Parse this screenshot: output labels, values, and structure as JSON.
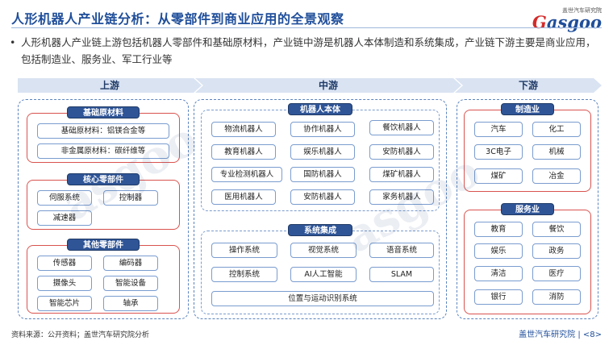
{
  "title": "人形机器人产业链分析：从零部件到商业应用的全景观察",
  "logo": {
    "sub": "盖世汽车研究院",
    "main_g": "G",
    "main_rest": "asgoo"
  },
  "intro": "人形机器人产业链上游包括机器人零部件和基础原材料，产业链中游是机器人本体制造和系统集成，产业链下游主要是商业应用，包括制造业、服务业、军工行业等",
  "stages": {
    "upstream": "上游",
    "midstream": "中游",
    "downstream": "下游"
  },
  "upstream": {
    "raw": {
      "title": "基础原材料",
      "items": [
        "基础原材料：铝镁合金等",
        "非金属原材料：碳纤维等"
      ]
    },
    "core": {
      "title": "核心零部件",
      "items": [
        "伺服系统",
        "控制器",
        "减速器"
      ]
    },
    "other": {
      "title": "其他零部件",
      "items": [
        "传感器",
        "编码器",
        "摄像头",
        "智能设备",
        "智能芯片",
        "轴承"
      ]
    }
  },
  "midstream": {
    "body": {
      "title": "机器人本体",
      "items": [
        "物流机器人",
        "协作机器人",
        "餐饮机器人",
        "教育机器人",
        "娱乐机器人",
        "安防机器人",
        "专业检测机器人",
        "国防机器人",
        "煤矿机器人",
        "医用机器人",
        "安防机器人",
        "家务机器人"
      ]
    },
    "integration": {
      "title": "系统集成",
      "items": [
        "操作系统",
        "视觉系统",
        "语音系统",
        "控制系统",
        "AI人工智能",
        "SLAM",
        "位置与运动识别系统"
      ]
    }
  },
  "downstream": {
    "manufacturing": {
      "title": "制造业",
      "items": [
        "汽车",
        "化工",
        "3C电子",
        "机械",
        "煤矿",
        "冶金"
      ]
    },
    "service": {
      "title": "服务业",
      "items": [
        "教育",
        "餐饮",
        "娱乐",
        "政务",
        "清洁",
        "医疗",
        "银行",
        "消防"
      ]
    }
  },
  "footer": {
    "source": "资料来源：公开资料；盖世汽车研究院分析",
    "brand": "盖世汽车研究院",
    "page": "| <8>"
  },
  "colors": {
    "accent": "#1f4e9a",
    "header_fill": "#2f5597",
    "group_border": "#d9534f"
  }
}
